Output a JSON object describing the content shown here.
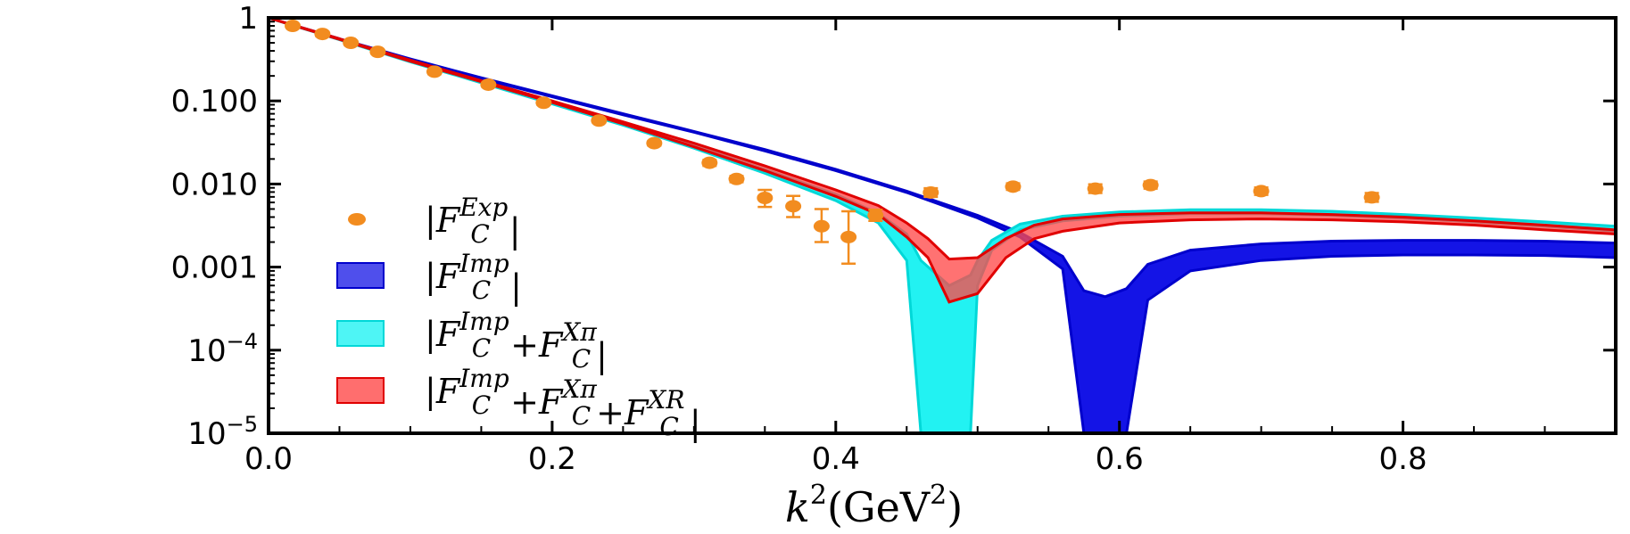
{
  "chart_data": {
    "type": "line",
    "title": "",
    "xlabel_main": "k",
    "xlabel_power": "2",
    "xlabel_unit_open": "(GeV",
    "xlabel_unit_power": "2",
    "xlabel_unit_close": ")",
    "ylabel": "",
    "xlim": [
      0.0,
      0.95
    ],
    "ylim": [
      1e-05,
      1
    ],
    "yscale": "log",
    "grid": false,
    "legend_position": "center-left",
    "x_ticks": [
      {
        "value": 0.0,
        "label": "0.0"
      },
      {
        "value": 0.2,
        "label": "0.2"
      },
      {
        "value": 0.4,
        "label": "0.4"
      },
      {
        "value": 0.6,
        "label": "0.6"
      },
      {
        "value": 0.8,
        "label": "0.8"
      }
    ],
    "y_ticks": [
      {
        "value": 1,
        "label": "1",
        "exp": ""
      },
      {
        "value": 0.1,
        "label": "0.100",
        "exp": ""
      },
      {
        "value": 0.01,
        "label": "0.010",
        "exp": ""
      },
      {
        "value": 0.001,
        "label": "0.001",
        "exp": ""
      },
      {
        "value": 0.0001,
        "label": "10",
        "exp": "−4"
      },
      {
        "value": 1e-05,
        "label": "10",
        "exp": "−5"
      }
    ],
    "legend": [
      {
        "key": "exp",
        "prefix": "|F",
        "sub": "C",
        "sup": "Exp",
        "suffix": "|"
      },
      {
        "key": "imp",
        "prefix": "|F",
        "sub": "C",
        "sup": "Imp",
        "suffix": "|"
      },
      {
        "key": "impxpi",
        "text": "|F_C^Imp + F_C^Xπ|"
      },
      {
        "key": "impxpixr",
        "text": "|F_C^Imp + F_C^Xπ + F_C^XR|"
      }
    ],
    "series": [
      {
        "key": "exp",
        "type": "scatter",
        "color": "#f28c1f",
        "points": [
          {
            "x": 0.017,
            "y": 0.8,
            "lo": 0.76,
            "hi": 0.84
          },
          {
            "x": 0.038,
            "y": 0.64,
            "lo": 0.6,
            "hi": 0.68
          },
          {
            "x": 0.058,
            "y": 0.5,
            "lo": 0.47,
            "hi": 0.53
          },
          {
            "x": 0.077,
            "y": 0.39,
            "lo": 0.37,
            "hi": 0.41
          },
          {
            "x": 0.117,
            "y": 0.225,
            "lo": 0.21,
            "hi": 0.24
          },
          {
            "x": 0.155,
            "y": 0.157,
            "lo": 0.148,
            "hi": 0.166
          },
          {
            "x": 0.194,
            "y": 0.095,
            "lo": 0.09,
            "hi": 0.1
          },
          {
            "x": 0.233,
            "y": 0.058,
            "lo": 0.055,
            "hi": 0.061
          },
          {
            "x": 0.272,
            "y": 0.031,
            "lo": 0.029,
            "hi": 0.033
          },
          {
            "x": 0.311,
            "y": 0.018,
            "lo": 0.0165,
            "hi": 0.0195
          },
          {
            "x": 0.33,
            "y": 0.0115,
            "lo": 0.0105,
            "hi": 0.0125
          },
          {
            "x": 0.35,
            "y": 0.0068,
            "lo": 0.0053,
            "hi": 0.0085
          },
          {
            "x": 0.37,
            "y": 0.0054,
            "lo": 0.004,
            "hi": 0.0072
          },
          {
            "x": 0.39,
            "y": 0.0031,
            "lo": 0.002,
            "hi": 0.005
          },
          {
            "x": 0.409,
            "y": 0.0023,
            "lo": 0.0011,
            "hi": 0.0047
          },
          {
            "x": 0.428,
            "y": 0.0042,
            "lo": 0.0036,
            "hi": 0.0049
          },
          {
            "x": 0.467,
            "y": 0.0079,
            "lo": 0.007,
            "hi": 0.0089
          },
          {
            "x": 0.525,
            "y": 0.0093,
            "lo": 0.0085,
            "hi": 0.0102
          },
          {
            "x": 0.583,
            "y": 0.0088,
            "lo": 0.0078,
            "hi": 0.0099
          },
          {
            "x": 0.622,
            "y": 0.0097,
            "lo": 0.0088,
            "hi": 0.0107
          },
          {
            "x": 0.7,
            "y": 0.0082,
            "lo": 0.0074,
            "hi": 0.0091
          },
          {
            "x": 0.778,
            "y": 0.0069,
            "lo": 0.0061,
            "hi": 0.0078
          }
        ]
      },
      {
        "key": "imp",
        "type": "band",
        "color": "#1414e6",
        "edge": "#0000cc",
        "x": [
          0.0,
          0.05,
          0.1,
          0.15,
          0.2,
          0.25,
          0.3,
          0.35,
          0.4,
          0.45,
          0.5,
          0.53,
          0.56,
          0.575,
          0.59,
          0.605,
          0.62,
          0.65,
          0.7,
          0.75,
          0.8,
          0.85,
          0.9,
          0.95
        ],
        "upper": [
          1.0,
          0.56,
          0.32,
          0.19,
          0.115,
          0.07,
          0.043,
          0.026,
          0.015,
          0.0082,
          0.0042,
          0.0026,
          0.00135,
          0.00052,
          0.00044,
          0.00055,
          0.00108,
          0.0016,
          0.0019,
          0.00205,
          0.0021,
          0.0021,
          0.00205,
          0.00195
        ],
        "lower": [
          1.0,
          0.55,
          0.31,
          0.185,
          0.112,
          0.068,
          0.042,
          0.025,
          0.0145,
          0.0079,
          0.0039,
          0.0023,
          0.00095,
          1e-05,
          1e-05,
          1e-05,
          0.0004,
          0.0009,
          0.0012,
          0.00135,
          0.0014,
          0.0014,
          0.00138,
          0.0013
        ]
      },
      {
        "key": "impxpi",
        "type": "band",
        "color": "#22f2f2",
        "edge": "#00d8d8",
        "x": [
          0.0,
          0.05,
          0.1,
          0.15,
          0.2,
          0.25,
          0.3,
          0.35,
          0.4,
          0.43,
          0.45,
          0.46,
          0.48,
          0.495,
          0.5,
          0.51,
          0.53,
          0.56,
          0.6,
          0.65,
          0.7,
          0.75,
          0.8,
          0.85,
          0.9,
          0.95
        ],
        "upper": [
          1.0,
          0.55,
          0.3,
          0.17,
          0.095,
          0.053,
          0.029,
          0.015,
          0.0075,
          0.0044,
          0.0025,
          0.0012,
          0.0006,
          0.0008,
          0.0012,
          0.0021,
          0.0033,
          0.0041,
          0.0046,
          0.0049,
          0.0049,
          0.0047,
          0.0043,
          0.0039,
          0.0035,
          0.0031
        ],
        "lower": [
          1.0,
          0.545,
          0.295,
          0.165,
          0.092,
          0.051,
          0.027,
          0.0135,
          0.0063,
          0.0034,
          0.0012,
          1e-05,
          1e-05,
          1e-05,
          0.0006,
          0.0016,
          0.0028,
          0.0036,
          0.0041,
          0.0044,
          0.0044,
          0.0042,
          0.0039,
          0.0035,
          0.0031,
          0.0027
        ]
      },
      {
        "key": "impxpixr",
        "type": "band",
        "color": "#ff4a4a",
        "edge": "#e00000",
        "x": [
          0.0,
          0.05,
          0.1,
          0.15,
          0.2,
          0.25,
          0.3,
          0.35,
          0.4,
          0.43,
          0.45,
          0.465,
          0.48,
          0.5,
          0.52,
          0.54,
          0.56,
          0.6,
          0.65,
          0.7,
          0.75,
          0.8,
          0.85,
          0.9,
          0.95
        ],
        "upper": [
          1.0,
          0.56,
          0.31,
          0.175,
          0.1,
          0.056,
          0.031,
          0.0165,
          0.0085,
          0.0055,
          0.0034,
          0.0022,
          0.00125,
          0.0013,
          0.0022,
          0.0032,
          0.0038,
          0.0043,
          0.0045,
          0.0045,
          0.0043,
          0.004,
          0.0036,
          0.0032,
          0.0028
        ],
        "lower": [
          1.0,
          0.55,
          0.3,
          0.17,
          0.096,
          0.053,
          0.028,
          0.0145,
          0.0071,
          0.0043,
          0.0023,
          0.0013,
          0.00038,
          0.00048,
          0.0013,
          0.0022,
          0.0027,
          0.0034,
          0.0037,
          0.0038,
          0.0037,
          0.0035,
          0.0032,
          0.0028,
          0.0025
        ]
      }
    ]
  }
}
